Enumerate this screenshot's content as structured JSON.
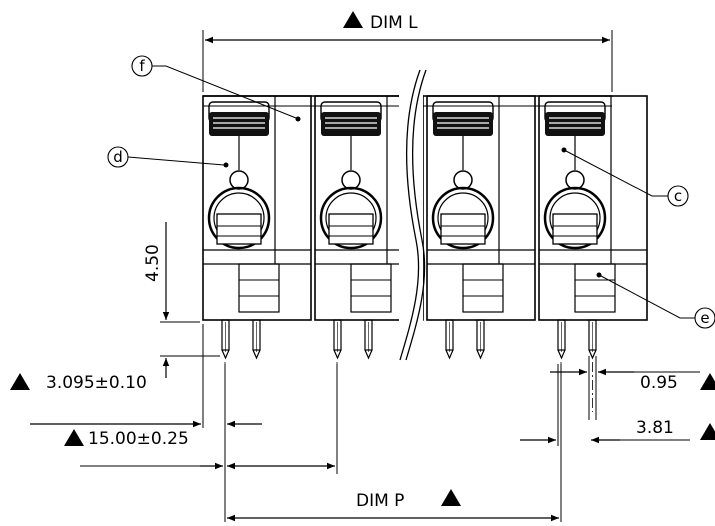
{
  "dimensions": {
    "dim_l": "DIM L",
    "dim_p": "DIM P",
    "height": "4.50",
    "edge_offset": "3.095±0.10",
    "first_pitch": "15.00±0.25",
    "pin_width": "0.95",
    "pin_spacing": "3.81"
  },
  "callouts": {
    "c": "c",
    "d": "d",
    "e": "e",
    "f": "f"
  },
  "modules": 4,
  "colors": {
    "line": "#000000",
    "background": "#ffffff"
  }
}
